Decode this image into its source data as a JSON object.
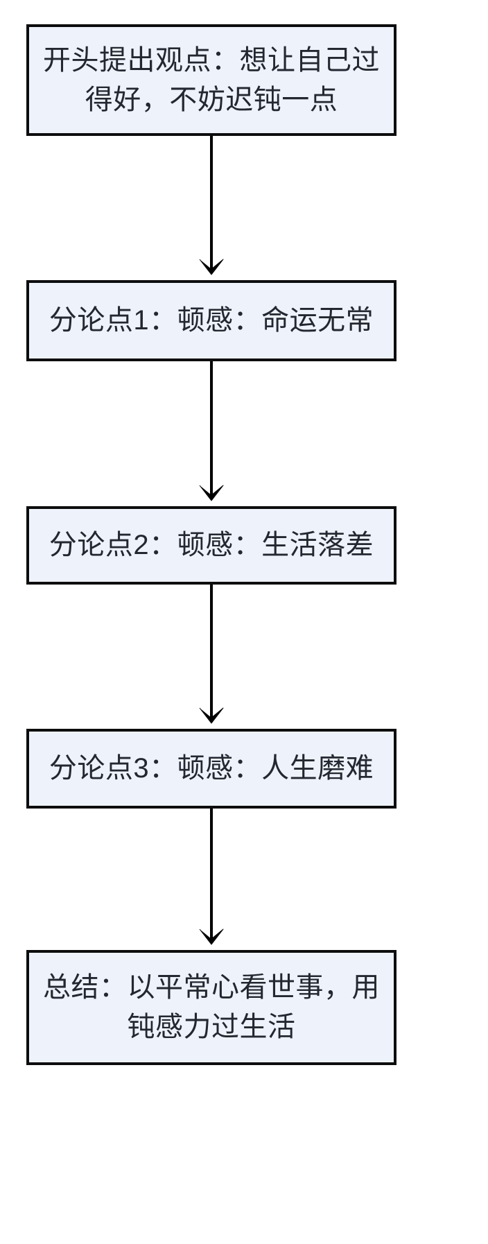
{
  "diagram": {
    "type": "flowchart",
    "orientation": "top-to-bottom",
    "background_color": "#ffffff",
    "node_fill_color": "#eef2fb",
    "node_border_color": "#0d0d0d",
    "node_text_color": "#232730",
    "edge_color": "#000000",
    "nodes": [
      {
        "id": "node-1",
        "role": "opening-thesis",
        "text": "开头提出观点：想让自己过\n得好，不妨迟钝一点"
      },
      {
        "id": "node-2",
        "role": "argument-1",
        "text": "分论点1：顿感：命运无常"
      },
      {
        "id": "node-3",
        "role": "argument-2",
        "text": "分论点2：顿感：生活落差"
      },
      {
        "id": "node-4",
        "role": "argument-3",
        "text": "分论点3：顿感：人生磨难"
      },
      {
        "id": "node-5",
        "role": "conclusion",
        "text": "总结：以平常心看世事，用\n钝感力过生活"
      }
    ],
    "edges": [
      {
        "id": "edge-1",
        "from": "node-1",
        "to": "node-2",
        "label": ""
      },
      {
        "id": "edge-2",
        "from": "node-2",
        "to": "node-3",
        "label": ""
      },
      {
        "id": "edge-3",
        "from": "node-3",
        "to": "node-4",
        "label": ""
      },
      {
        "id": "edge-4",
        "from": "node-4",
        "to": "node-5",
        "label": ""
      }
    ]
  }
}
